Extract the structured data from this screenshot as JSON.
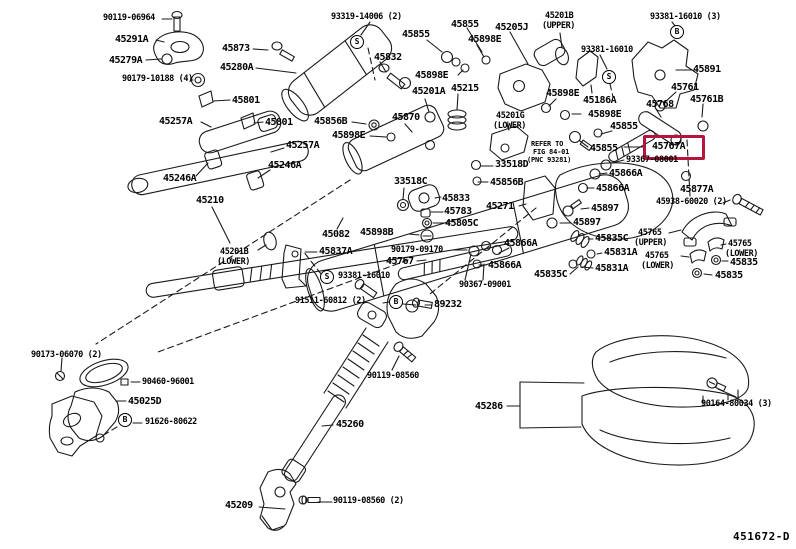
{
  "diagram": {
    "code": "451672-D",
    "highlighted_part": "45767A",
    "highlight_color": "#b5143c",
    "line_color": "#1a1a1a"
  },
  "marks": [
    {
      "letter": "S"
    },
    {
      "letter": "B"
    },
    {
      "letter": "S"
    },
    {
      "letter": "S"
    },
    {
      "letter": "B"
    },
    {
      "letter": "B"
    }
  ],
  "labels": [
    {
      "text": "90119-06964"
    },
    {
      "text": "45291A"
    },
    {
      "text": "45279A"
    },
    {
      "text": "90179-10188 (4)"
    },
    {
      "text": "45873"
    },
    {
      "text": "45280A"
    },
    {
      "text": "45801"
    },
    {
      "text": "45257A"
    },
    {
      "text": "45801"
    },
    {
      "text": "45856B"
    },
    {
      "text": "45898E"
    },
    {
      "text": "45257A"
    },
    {
      "text": "45246A"
    },
    {
      "text": "45246A"
    },
    {
      "text": "45210"
    },
    {
      "text": "93319-14006 (2)"
    },
    {
      "text": "45832"
    },
    {
      "text": "45855"
    },
    {
      "text": "45855"
    },
    {
      "text": "45898E"
    },
    {
      "text": "45205J"
    },
    {
      "text": "45201B"
    },
    {
      "text": "(UPPER)"
    },
    {
      "text": "45898E"
    },
    {
      "text": "45201A"
    },
    {
      "text": "45215"
    },
    {
      "text": "45870"
    },
    {
      "text": "45201G"
    },
    {
      "text": "(LOWER)"
    },
    {
      "text": "93381-16010"
    },
    {
      "text": "93381-16010 (3)"
    },
    {
      "text": "45891"
    },
    {
      "text": "45761"
    },
    {
      "text": "45761B"
    },
    {
      "text": "45768"
    },
    {
      "text": "45186A"
    },
    {
      "text": "45898E"
    },
    {
      "text": "45898E"
    },
    {
      "text": "45855"
    },
    {
      "text": "45855"
    },
    {
      "text": "45767A"
    },
    {
      "text": "93367-08001"
    },
    {
      "text": "45866A"
    },
    {
      "text": "45866A"
    },
    {
      "text": "45877A"
    },
    {
      "text": "45938-60020 (2)"
    },
    {
      "text": "45897"
    },
    {
      "text": "45897"
    },
    {
      "text": "45835C"
    },
    {
      "text": "45765"
    },
    {
      "text": "(UPPER)"
    },
    {
      "text": "45831A"
    },
    {
      "text": "45831A"
    },
    {
      "text": "45835C"
    },
    {
      "text": "45765"
    },
    {
      "text": "(LOWER)"
    },
    {
      "text": "45835"
    },
    {
      "text": "45765"
    },
    {
      "text": "(LOWER)"
    },
    {
      "text": "45835"
    },
    {
      "text": "REFER TO"
    },
    {
      "text": "FIG 84-01"
    },
    {
      "text": "(PNC 93281)"
    },
    {
      "text": "33518D"
    },
    {
      "text": "45856B"
    },
    {
      "text": "33518C"
    },
    {
      "text": "45833"
    },
    {
      "text": "45783"
    },
    {
      "text": "45805C"
    },
    {
      "text": "45271"
    },
    {
      "text": "45082"
    },
    {
      "text": "45898B"
    },
    {
      "text": "45201B"
    },
    {
      "text": "(LOWER)"
    },
    {
      "text": "45837A"
    },
    {
      "text": "90179-09170"
    },
    {
      "text": "45767"
    },
    {
      "text": "93381-16010"
    },
    {
      "text": "91511-60812 (2)"
    },
    {
      "text": "90367-09001"
    },
    {
      "text": "89232"
    },
    {
      "text": "45866A"
    },
    {
      "text": "45866A"
    },
    {
      "text": "90119-08560"
    },
    {
      "text": "45260"
    },
    {
      "text": "45209"
    },
    {
      "text": "90119-08560 (2)"
    },
    {
      "text": "90173-06070 (2)"
    },
    {
      "text": "90460-96001"
    },
    {
      "text": "45025D"
    },
    {
      "text": "91626-80622"
    },
    {
      "text": "45286"
    },
    {
      "text": "90164-80034 (3)"
    }
  ]
}
